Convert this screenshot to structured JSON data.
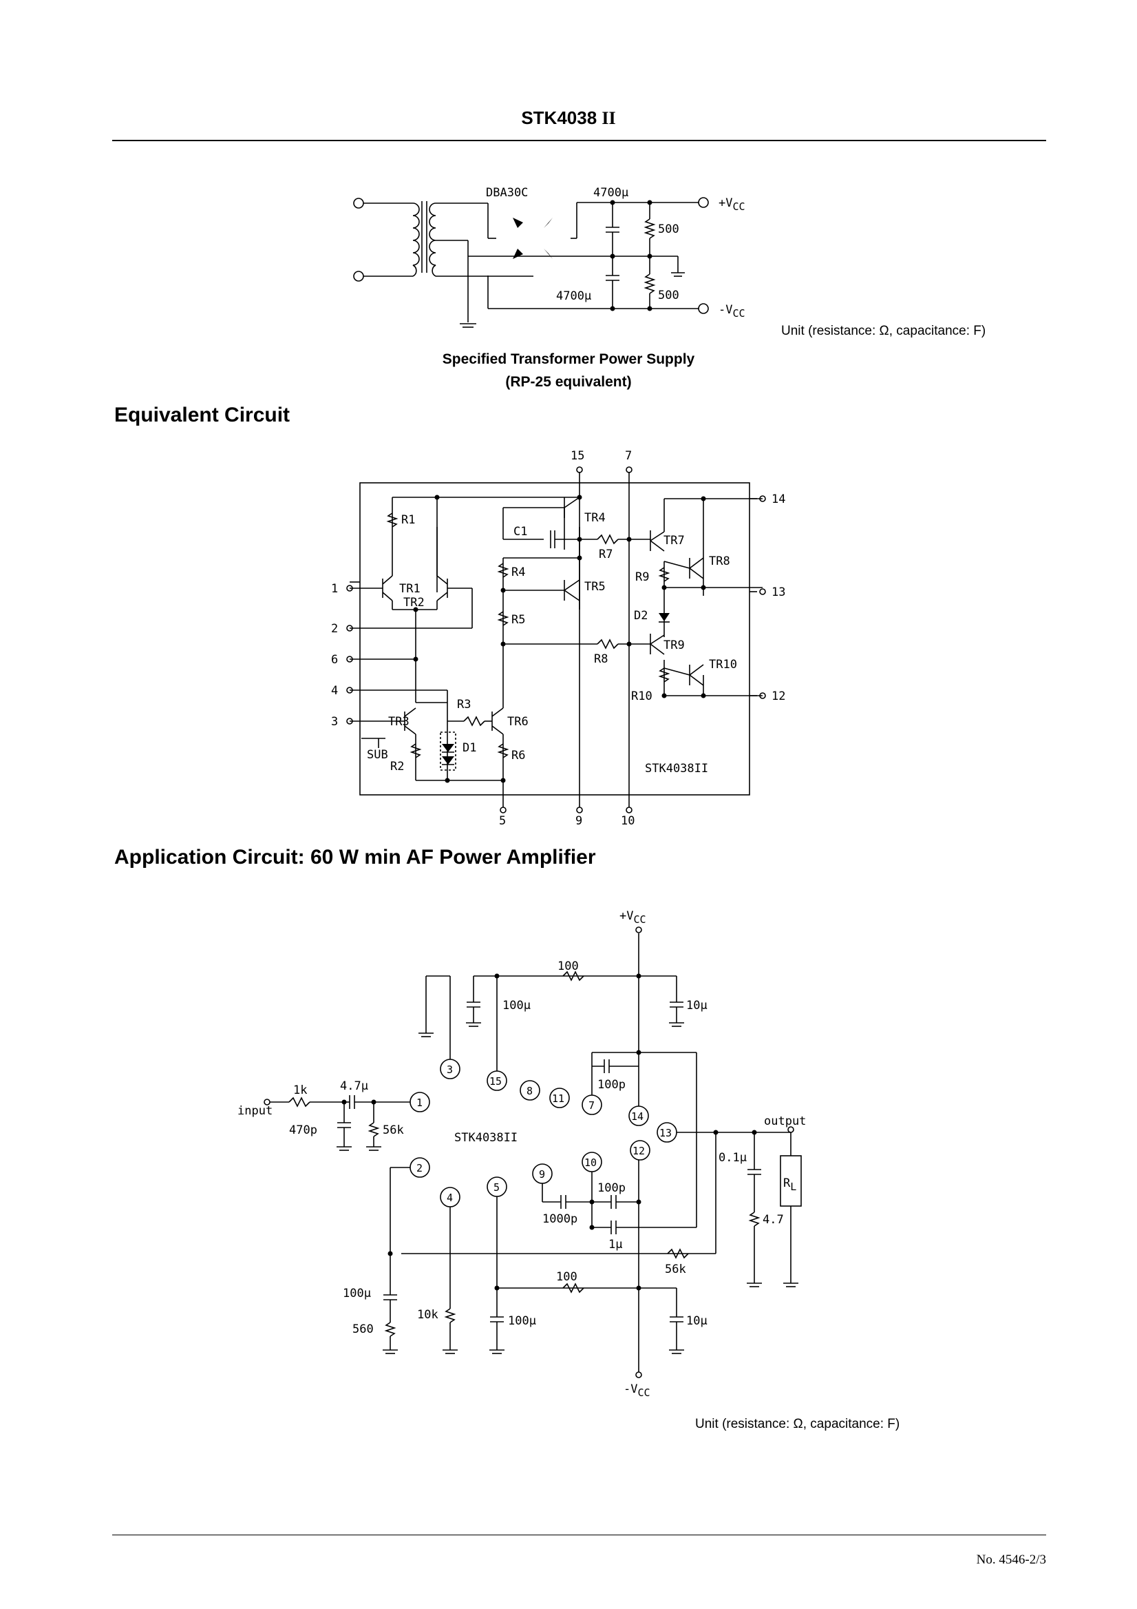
{
  "header": {
    "title": "STK4038",
    "suffix": "II"
  },
  "power_supply": {
    "bridge": "DBA30C",
    "cap_top": "4700µ",
    "cap_bottom": "4700µ",
    "res_top": "500",
    "res_bottom": "500",
    "vcc_pos": "+V",
    "vcc_neg": "-V",
    "vcc_sub": "CC",
    "unit_note": "Unit (resistance: Ω, capacitance: F)",
    "caption_1": "Specified Transformer Power Supply",
    "caption_2": "(RP-25 equivalent)"
  },
  "equivalent_circuit": {
    "heading": "Equivalent Circuit",
    "part": "STK4038II",
    "pins": {
      "p1": "1",
      "p2": "2",
      "p3": "3",
      "p4": "4",
      "p5": "5",
      "p6": "6",
      "p7": "7",
      "p9": "9",
      "p10": "10",
      "p12": "12",
      "p13": "13",
      "p14": "14",
      "p15": "15"
    },
    "parts": {
      "R1": "R1",
      "R2": "R2",
      "R3": "R3",
      "R4": "R4",
      "R5": "R5",
      "R6": "R6",
      "R7": "R7",
      "R8": "R8",
      "R9": "R9",
      "R10": "R10",
      "TR1": "TR1",
      "TR2": "TR2",
      "TR3": "TR3",
      "TR4": "TR4",
      "TR5": "TR5",
      "TR6": "TR6",
      "TR7": "TR7",
      "TR8": "TR8",
      "TR9": "TR9",
      "TR10": "TR10",
      "C1": "C1",
      "D1": "D1",
      "D2": "D2",
      "SUB": "SUB"
    }
  },
  "application_circuit": {
    "heading": "Application Circuit: 60 W min AF Power Amplifier",
    "ic": "STK4038II",
    "vcc_pos": "+V",
    "vcc_neg": "-V",
    "vcc_sub": "CC",
    "input": "input",
    "output": "output",
    "pins": {
      "p1": "1",
      "p2": "2",
      "p3": "3",
      "p4": "4",
      "p5": "5",
      "p7": "7",
      "p8": "8",
      "p9": "9",
      "p10": "10",
      "p11": "11",
      "p12": "12",
      "p13": "13",
      "p14": "14",
      "p15": "15"
    },
    "values": {
      "r100_top": "100",
      "c100u_top": "100µ",
      "c10u_top": "10µ",
      "r1k": "1k",
      "c4_7u": "4.7µ",
      "c470p": "470p",
      "r56k_in": "56k",
      "c100p_top": "100p",
      "c100p_bot": "100p",
      "c1000p": "1000p",
      "c1u": "1µ",
      "c0_1u": "0.1µ",
      "rl": "R",
      "rl_sub": "L",
      "r4_7": "4.7",
      "r56k_fb": "56k",
      "c100u_fb": "100µ",
      "r560": "560",
      "r10k": "10k",
      "r100_bot": "100",
      "c100u_bot": "100µ",
      "c10u_bot": "10µ"
    },
    "unit_note": "Unit (resistance: Ω, capacitance: F)"
  },
  "footer": {
    "page": "No. 4546-2/3"
  }
}
